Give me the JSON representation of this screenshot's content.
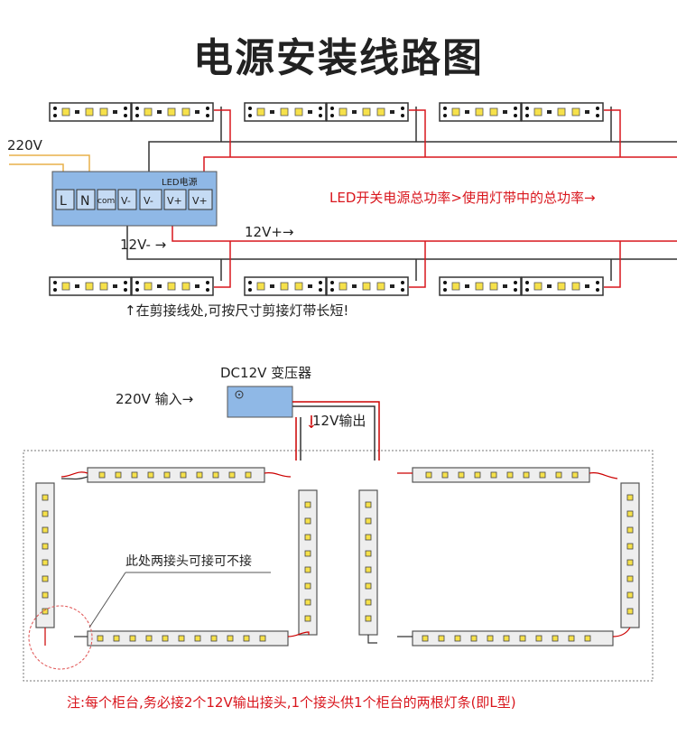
{
  "title": "电源安装线路图",
  "top": {
    "voltage_in": "220V",
    "psu_label": "LED电源",
    "terminals": [
      "L",
      "N",
      "com",
      "V-",
      "V-",
      "V+",
      "V+"
    ],
    "power_note": "LED开关电源总功率>使用灯带中的总功率→",
    "v_plus": "12V+→",
    "v_minus": "12V-  →",
    "cut_note": "↑在剪接线处,可按尺寸剪接灯带长短!"
  },
  "bottom": {
    "transformer_label": "DC12V 变压器",
    "input_label": "220V 输入→",
    "output_label": "12V输出",
    "joint_note": "此处两接头可接可不接",
    "footer_note": "注:每个柜台,务必接2个12V输出接头,1个接头供1个柜台的两根灯条(即L型)"
  },
  "colors": {
    "red_wire": "#d9161d",
    "dark_wire": "#333333",
    "psu_fill": "#8fb8e6",
    "dashed_red": "#e05050"
  }
}
